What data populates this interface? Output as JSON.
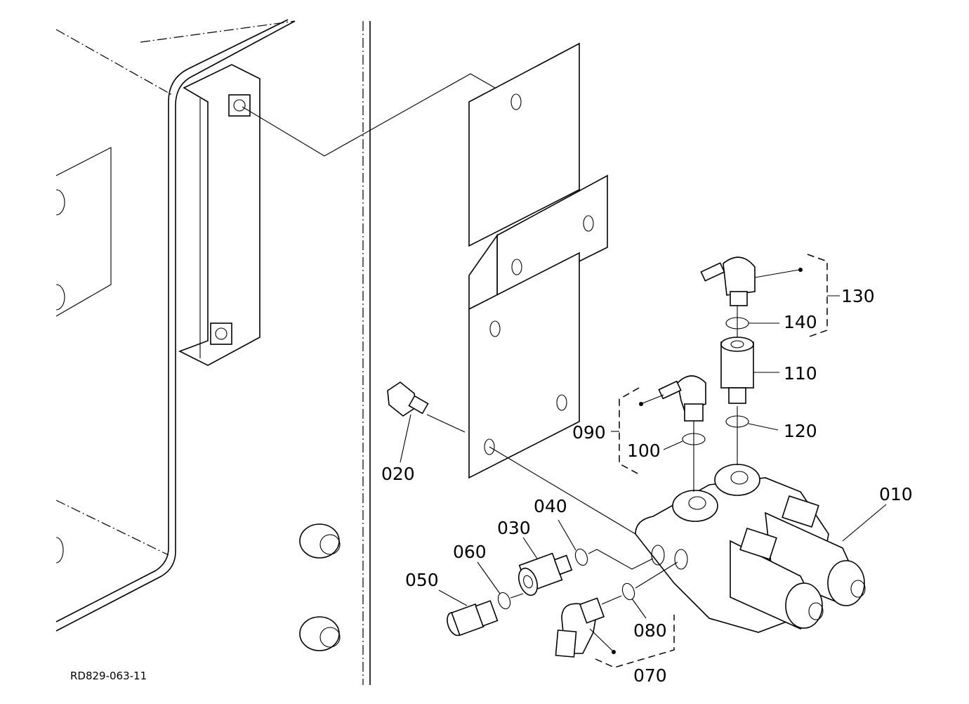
{
  "diagram": {
    "reference_code": "RD829-063-11",
    "callouts": {
      "p010": "010",
      "p020": "020",
      "p030": "030",
      "p040": "040",
      "p050": "050",
      "p060": "060",
      "p070": "070",
      "p080": "080",
      "p090": "090",
      "p100": "100",
      "p110": "110",
      "p120": "120",
      "p130": "130",
      "p140": "140"
    }
  }
}
